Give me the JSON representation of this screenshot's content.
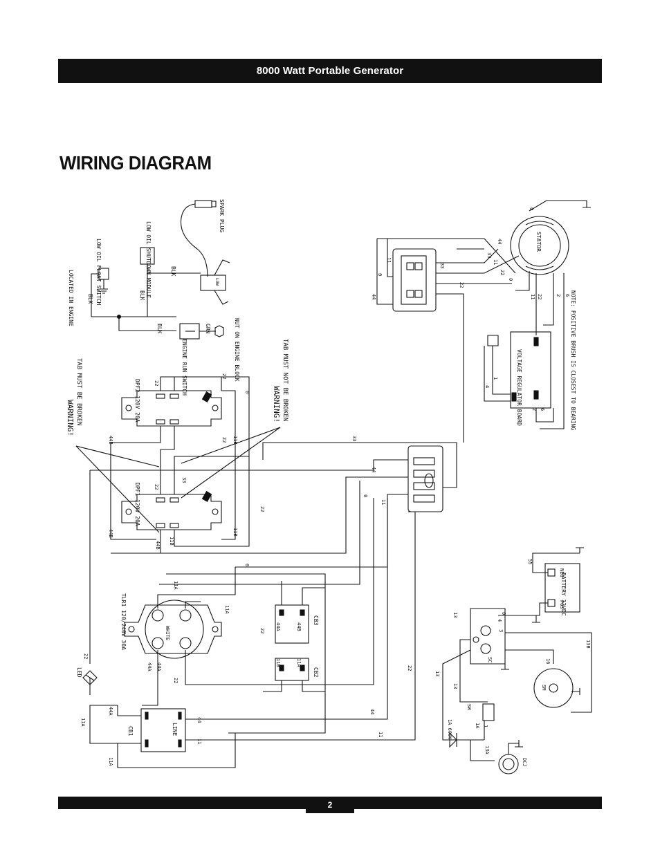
{
  "header": {
    "title": "8000 Watt Portable Generator"
  },
  "page": {
    "heading": "WIRING DIAGRAM",
    "number": "2"
  },
  "labels": {
    "spark_plug": "SPARK PLUG",
    "low_oil_module": "LOW OIL SHUTDOWN MODULE",
    "low_oil_float": "LOW OIL FLOAT SWITCH",
    "located_in_engine": "LOCATED IN ENGINE",
    "engine_block": "NUT ON ENGINE BLOCK",
    "engine_run_switch": "ENGINE RUN SWITCH",
    "blk": "BLK",
    "grn": "GRN",
    "low": "LOW",
    "warning": "WARNING!",
    "tab_broken": "TAB MUST BE BROKEN",
    "tab_not_broken": "TAB MUST NOT BE BROKEN",
    "dpf2": "DPF2 120V 20A",
    "dpf1": "DPF1 120V 20A",
    "tlr1": "TLR1 120/240V 30A",
    "white": "WHITE",
    "cb1": "CB1",
    "cb2": "CB2",
    "cb3": "CB3",
    "line": "LINE",
    "led": "LED",
    "stator": "STATOR",
    "voltage_regulator": "VOLTAGE REGULATOR BOARD",
    "brush_note": "NOTE: POSITIVE BRUSH IS CLOSEST TO BEARING",
    "battery": "BATTERY 12VDC",
    "pos": "POS",
    "neg": "NEG",
    "sc": "SC",
    "sm": "SM",
    "sw": "SW",
    "dcj": "DCJ",
    "diode": "1A 600V"
  },
  "wire_numbers": {
    "w0": "0",
    "w1": "1",
    "w2": "2",
    "w3": "3",
    "w4": "4",
    "w5": "5",
    "w6": "6",
    "w11": "11",
    "w11a": "11A",
    "w11b": "11B",
    "w13": "13",
    "w13a": "13A",
    "w13b": "13B",
    "w16": "16",
    "w22": "22",
    "w33": "33",
    "w44": "44",
    "w44a": "44A",
    "w44b": "44B",
    "w55": "55",
    "w1a": "1A"
  },
  "colors": {
    "bar": "#111111",
    "line": "#111111",
    "background": "#ffffff"
  }
}
